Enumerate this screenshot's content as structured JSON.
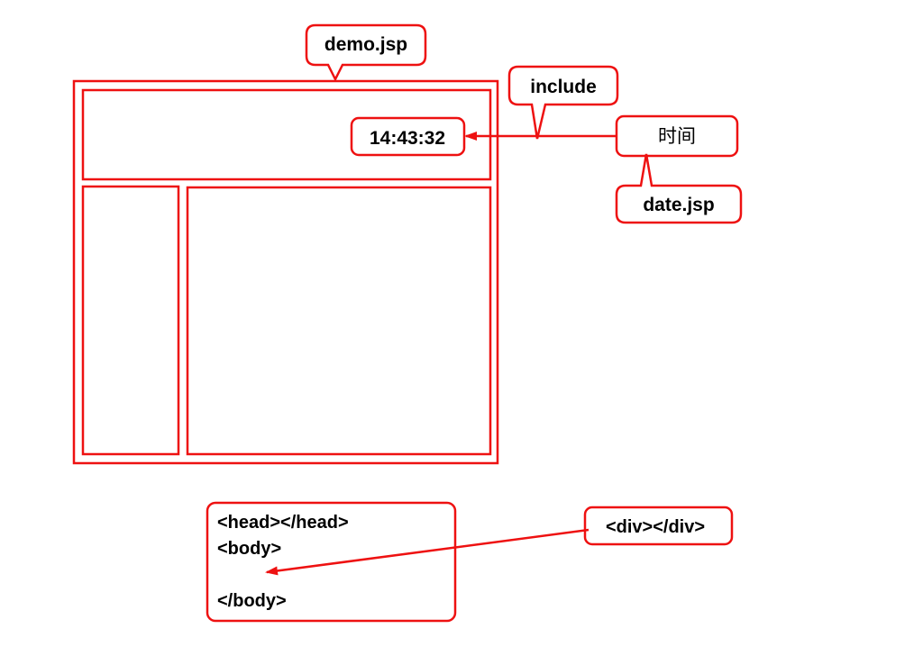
{
  "colors": {
    "stroke": "#ee1111",
    "text": "#000000",
    "background": "#ffffff"
  },
  "callouts": {
    "demo": "demo.jsp",
    "include": "include",
    "time_value": "14:43:32",
    "time_cn": "时间",
    "date_jsp": "date.jsp",
    "div_tag": "<div></div>"
  },
  "code_box": {
    "lines": [
      "<head></head>",
      "<body>",
      "</body>"
    ]
  }
}
